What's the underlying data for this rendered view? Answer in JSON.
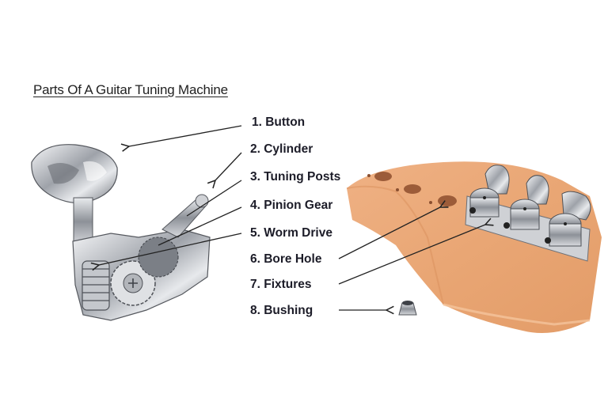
{
  "diagram": {
    "title": "Parts Of A Guitar Tuning Machine",
    "labels": [
      {
        "num": "1.",
        "text": "1. Button"
      },
      {
        "num": "2.",
        "text": "2. Cylinder"
      },
      {
        "num": "3.",
        "text": "3. Tuning Posts"
      },
      {
        "num": "4.",
        "text": "4. Pinion Gear"
      },
      {
        "num": "5.",
        "text": "5. Worm Drive"
      },
      {
        "num": "6.",
        "text": "6. Bore Hole"
      },
      {
        "num": "7.",
        "text": "7. Fixtures"
      },
      {
        "num": "8.",
        "text": "8. Bushing"
      }
    ],
    "images": {
      "left": "tuning-machine-closeup",
      "right": "guitar-headstock-with-tuners",
      "small": "bushing"
    },
    "colors": {
      "wood": "#e8a877",
      "chrome": "#c9cbd0",
      "text": "#1c1c28"
    }
  }
}
